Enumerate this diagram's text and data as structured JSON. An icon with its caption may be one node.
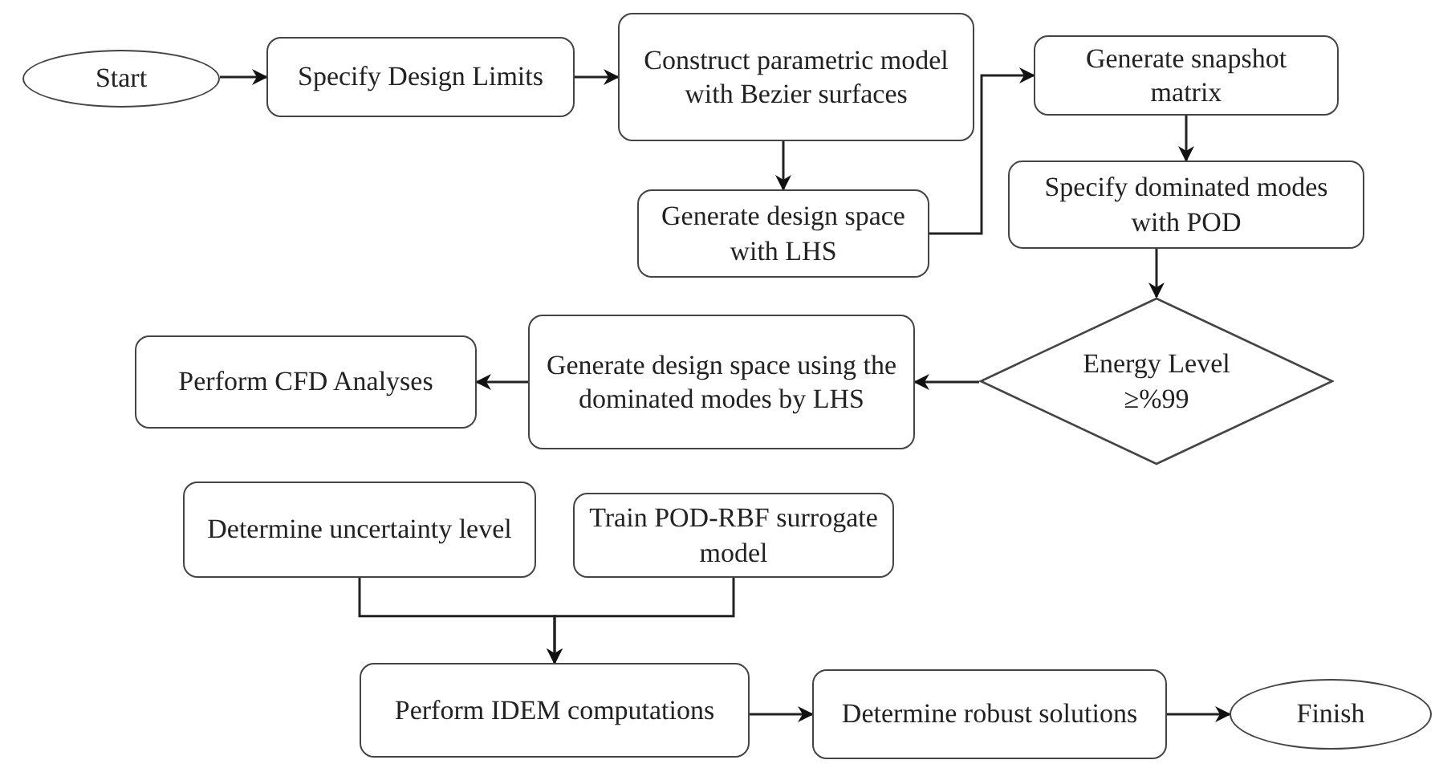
{
  "diagram": {
    "nodes": [
      {
        "text": [
          "Start"
        ]
      },
      {
        "text": [
          "Specify Design Limits"
        ]
      },
      {
        "text": [
          "Construct parametric model with Bezier surfaces"
        ]
      },
      {
        "text": [
          "Generate design space with LHS"
        ]
      },
      {
        "text": [
          "Generate snapshot matrix"
        ]
      },
      {
        "text": [
          "Specify dominated modes with POD"
        ]
      },
      {
        "text": [
          "Energy Level ≥%99"
        ]
      },
      {
        "text": [
          "Generate design space using the dominated modes by LHS"
        ]
      },
      {
        "text": [
          "Perform CFD Analyses"
        ]
      },
      {
        "text": [
          "Determine uncertainty level"
        ]
      },
      {
        "text": [
          "Train POD-RBF surrogate model"
        ]
      },
      {
        "text": [
          "Perform IDEM computations"
        ]
      },
      {
        "text": [
          "Determine robust solutions"
        ]
      },
      {
        "text": [
          "Finish"
        ]
      }
    ],
    "edges": [
      {
        "from": 0,
        "to": 1,
        "arrow": "to"
      },
      {
        "from": 1,
        "to": 2,
        "arrow": "to"
      },
      {
        "from": 2,
        "to": 3,
        "arrow": "to"
      },
      {
        "from": 3,
        "to": 4,
        "arrow": "to"
      },
      {
        "from": 4,
        "to": 5,
        "arrow": "to"
      },
      {
        "from": 5,
        "to": 6,
        "arrow": "to"
      },
      {
        "from": 6,
        "to": 7,
        "arrow": "to"
      },
      {
        "from": 7,
        "to": 8,
        "arrow": "to"
      },
      {
        "from": 9,
        "to": 11,
        "arrow": "to"
      },
      {
        "from": 10,
        "to": 11,
        "arrow": "to"
      },
      {
        "from": 11,
        "to": 12,
        "arrow": "to"
      },
      {
        "from": 12,
        "to": 13,
        "arrow": "to"
      }
    ]
  }
}
